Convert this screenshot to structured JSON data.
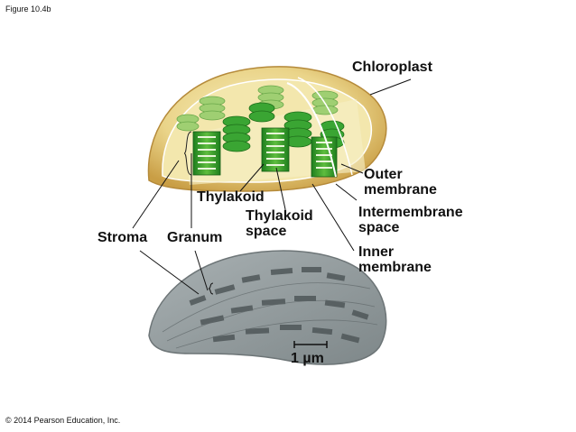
{
  "figure_label": "Figure 10.4b",
  "copyright": "© 2014 Pearson Education, Inc.",
  "labels": {
    "chloroplast": "Chloroplast",
    "outer_membrane": [
      "Outer",
      "membrane"
    ],
    "thylakoid": "Thylakoid",
    "thylakoid_space": [
      "Thylakoid",
      "space"
    ],
    "intermembrane_space": [
      "Intermembrane",
      "space"
    ],
    "stroma": "Stroma",
    "granum": "Granum",
    "inner_membrane": [
      "Inner",
      "membrane"
    ],
    "scale_bar": "1 µm"
  },
  "colors": {
    "outer_envelope": "#d9b45a",
    "stroma_fill": "#f1e3a0",
    "thylakoid_green": "#2f9a2a",
    "thylakoid_light": "#8fd06a",
    "micrograph_gray": "#8e9799",
    "micrograph_dark": "#4e5658"
  }
}
